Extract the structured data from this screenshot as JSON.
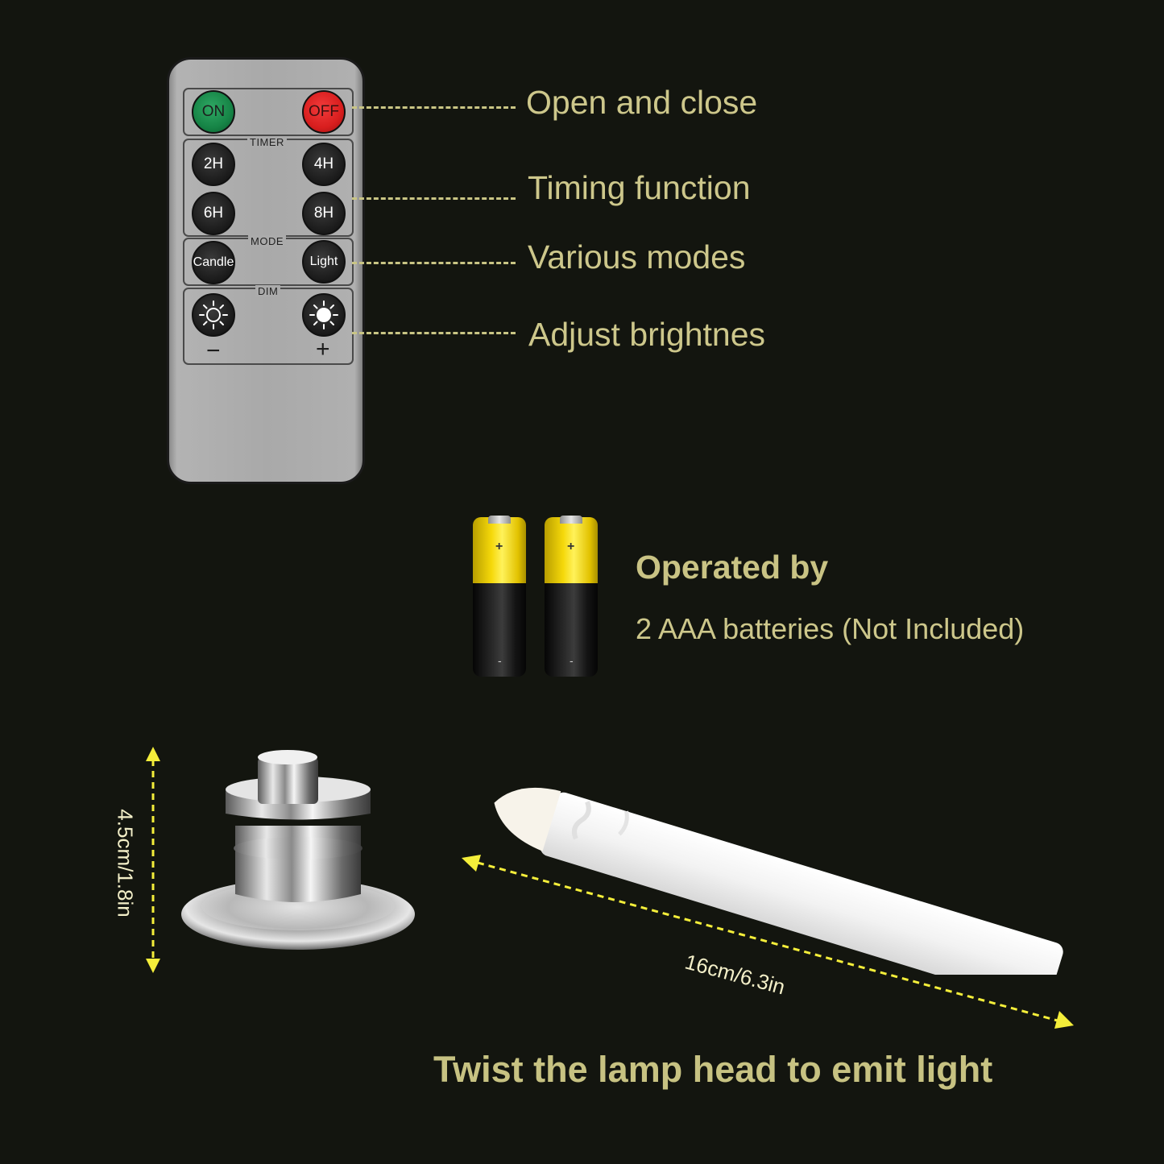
{
  "remote": {
    "on_label": "ON",
    "off_label": "OFF",
    "timer_label": "TIMER",
    "timer_2h": "2H",
    "timer_4h": "4H",
    "timer_6h": "6H",
    "timer_8h": "8H",
    "mode_label": "MODE",
    "mode_candle": "Candle",
    "mode_light": "Light",
    "dim_label": "DIM",
    "dim_minus": "−",
    "dim_plus": "+"
  },
  "callouts": {
    "open_close": "Open and close",
    "timing": "Timing function",
    "modes": "Various modes",
    "brightness": "Adjust brightnes"
  },
  "batteries": {
    "title": "Operated by",
    "subtitle": "2 AAA batteries (Not Included)",
    "plus": "+",
    "minus": "-"
  },
  "dimensions": {
    "height": "4.5cm/1.8in",
    "length": "16cm/6.3in"
  },
  "bottom_text": "Twist the lamp head to emit light",
  "colors": {
    "background": "#13150f",
    "accent_text": "#cdc78b",
    "arrow": "#f4ee3a",
    "on_button": "#168446",
    "off_button": "#d81e1e"
  }
}
